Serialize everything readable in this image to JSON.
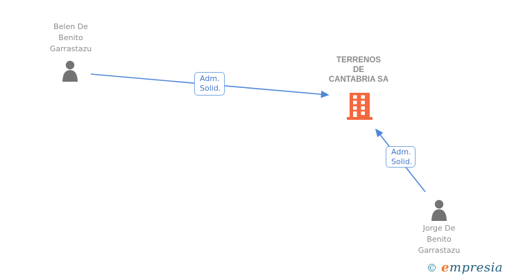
{
  "diagram": {
    "nodes": {
      "person1": {
        "type": "person",
        "name": "Belen De Benito Garrastazu",
        "lines": [
          "Belen De",
          "Benito",
          "Garrastazu"
        ]
      },
      "person2": {
        "type": "person",
        "name": "Jorge De Benito Garrastazu",
        "lines": [
          "Jorge De",
          "Benito",
          "Garrastazu"
        ]
      },
      "company": {
        "type": "company",
        "name": "TERRENOS DE CANTABRIA SA",
        "lines": [
          "TERRENOS",
          "DE",
          "CANTABRIA SA"
        ]
      }
    },
    "edges": [
      {
        "from": "person1",
        "to": "company",
        "label": "Adm. Solid.",
        "label_lines": [
          "Adm.",
          "Solid."
        ]
      },
      {
        "from": "person2",
        "to": "company",
        "label": "Adm. Solid.",
        "label_lines": [
          "Adm.",
          "Solid."
        ]
      }
    ]
  },
  "logo": {
    "copyright": "©",
    "brand_initial": "e",
    "brand_rest": "mpresia"
  },
  "colors": {
    "arrow_blue": "#4e86d8",
    "label_border": "#7aa8e6",
    "label_text": "#4478cc",
    "person_gray": "#737373",
    "name_text": "#8c8c8c",
    "company_text": "#8a8a8a",
    "building_orange": "#f5673e",
    "logo_copyright": "#2e7f9c",
    "logo_initial": "#ee7d2e",
    "logo_brand": "#205e7d"
  }
}
